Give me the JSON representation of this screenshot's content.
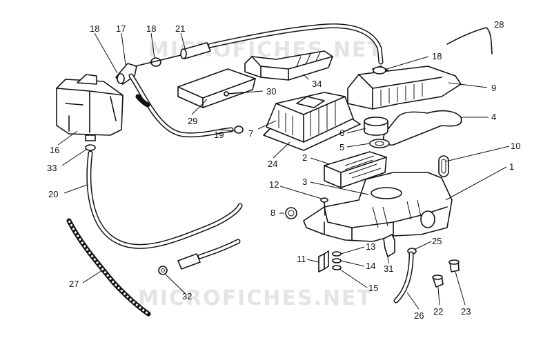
{
  "watermark_text": "MICROFICHES.NET",
  "labels": {
    "l1": "1",
    "l2": "2",
    "l3": "3",
    "l4": "4",
    "l5": "5",
    "l6": "6",
    "l7": "7",
    "l8": "8",
    "l9": "9",
    "l10": "10",
    "l11": "11",
    "l12": "12",
    "l13": "13",
    "l14": "14",
    "l15": "15",
    "l16": "16",
    "l17": "17",
    "l18a": "18",
    "l18b": "18",
    "l18c": "18",
    "l19": "19",
    "l20": "20",
    "l21": "21",
    "l22": "22",
    "l23": "23",
    "l24": "24",
    "l25": "25",
    "l26": "26",
    "l27": "27",
    "l28": "28",
    "l29": "29",
    "l30": "30",
    "l31": "31",
    "l32": "32",
    "l33": "33",
    "l34": "34"
  }
}
